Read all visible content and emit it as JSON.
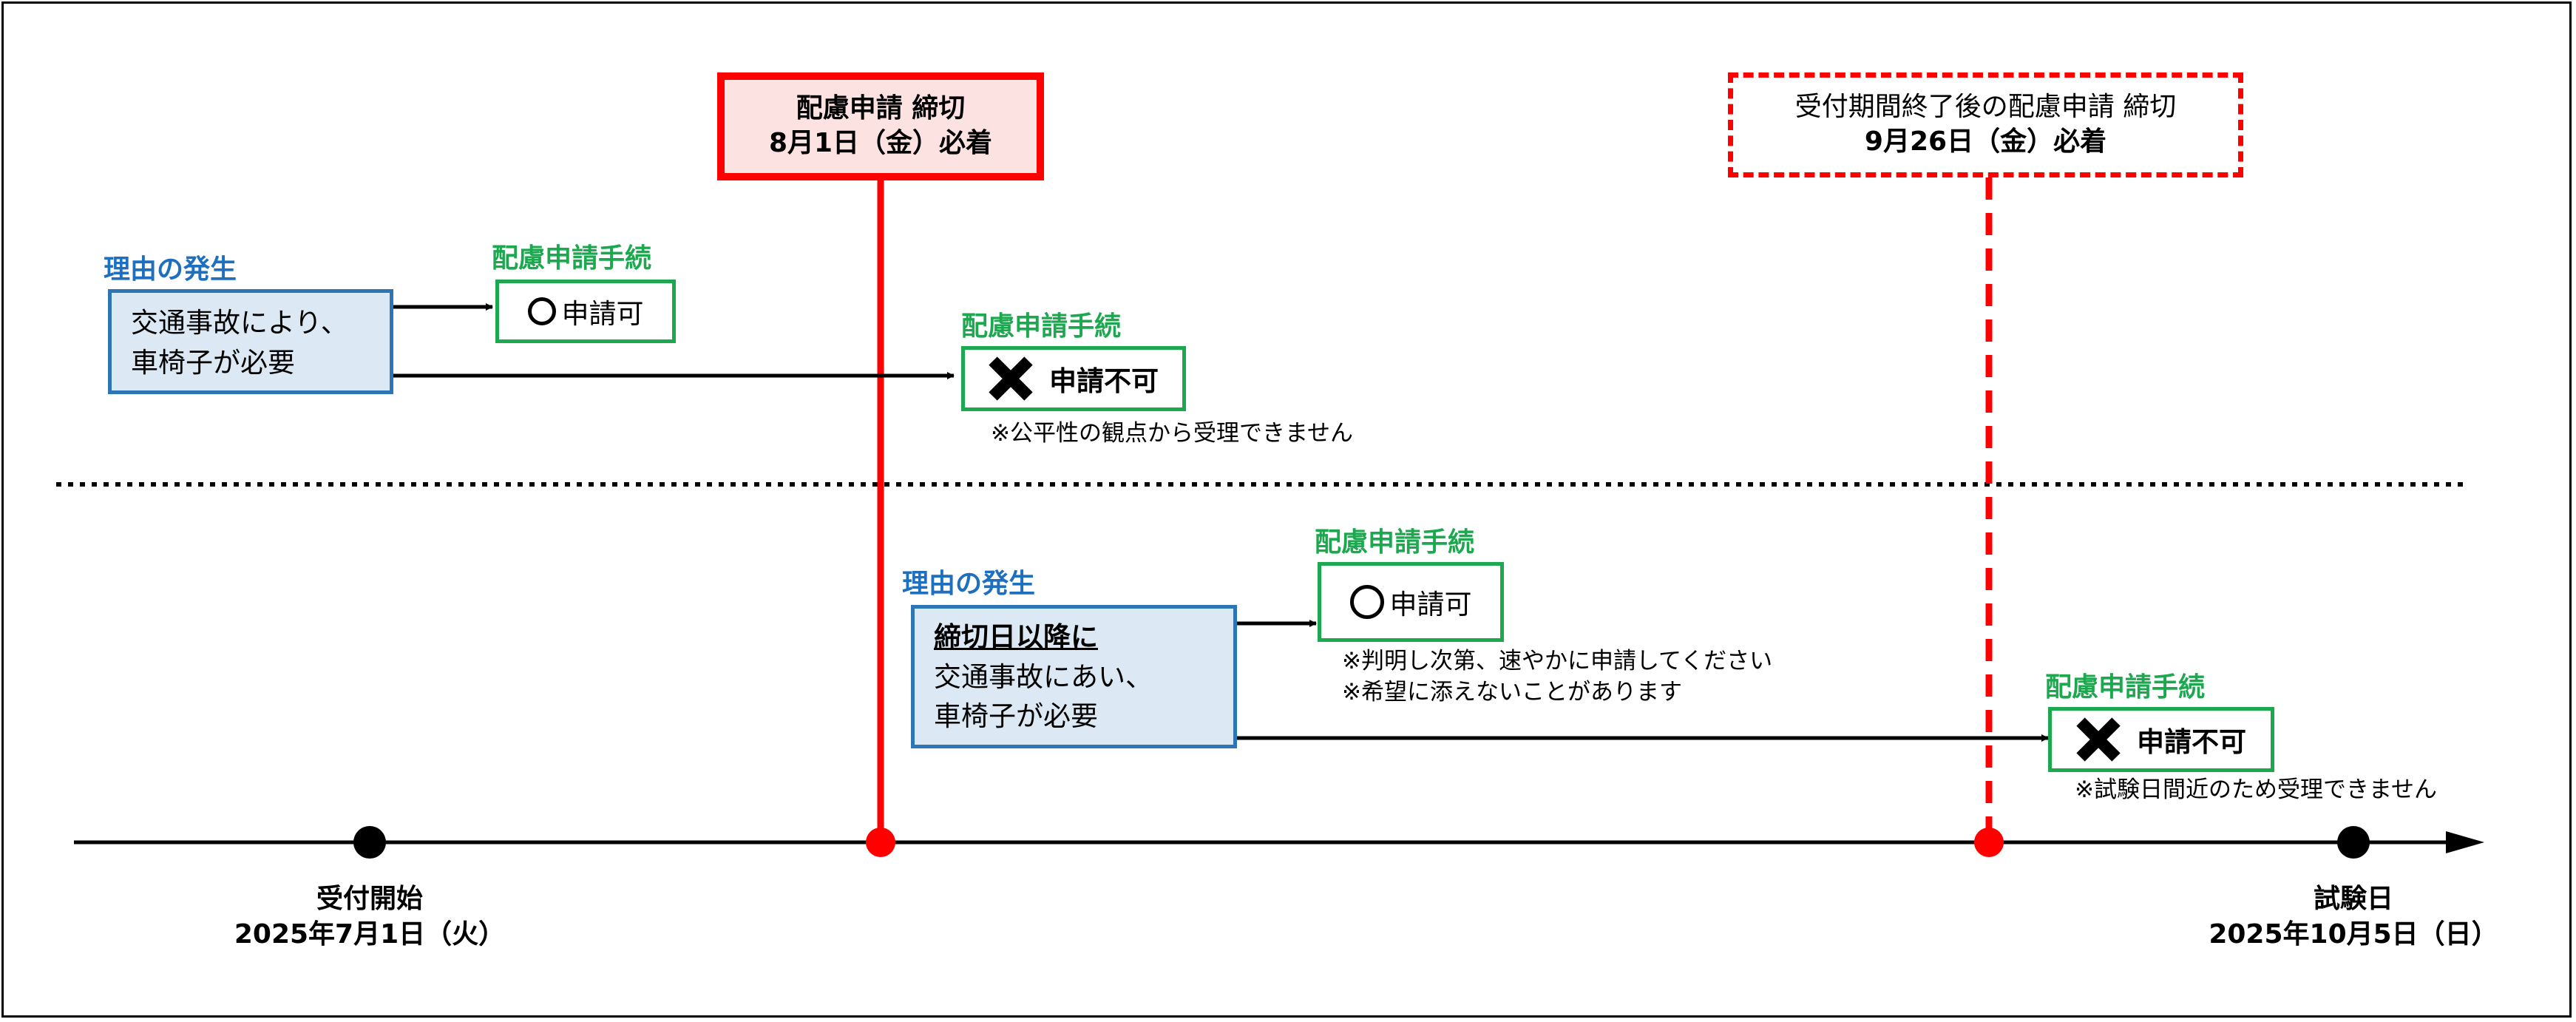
{
  "deadline_primary": {
    "line1": "配慮申請 締切",
    "line2": "8月1日（金）必着"
  },
  "deadline_secondary": {
    "line1": "受付期間終了後の配慮申請 締切",
    "line2": "9月26日（金）必着"
  },
  "top_case": {
    "reason_label": "理由の発生",
    "reason_line1": "交通事故により、",
    "reason_line2": "車椅子が必要",
    "proc_label_1": "配慮申請手続",
    "result_ok": "申請可",
    "proc_label_2": "配慮申請手続",
    "result_ng": "申請不可",
    "note_ng": "※公平性の観点から受理できません"
  },
  "bottom_case": {
    "reason_label": "理由の発生",
    "reason_line1": "締切日以降に",
    "reason_line2": "交通事故にあい、",
    "reason_line3": "車椅子が必要",
    "proc_label_1": "配慮申請手続",
    "result_ok": "申請可",
    "note_ok_1": "※判明し次第、速やかに申請してください",
    "note_ok_2": "※希望に添えないことがあります",
    "proc_label_2": "配慮申請手続",
    "result_ng": "申請不可",
    "note_ng": "※試験日間近のため受理できません"
  },
  "timeline": {
    "start_label": "受付開始",
    "start_date": "2025年7月1日（火）",
    "exam_label": "試験日",
    "exam_date": "2025年10月5日（日）"
  },
  "colors": {
    "deadline": "#ff0000",
    "reason_border": "#2e75b6",
    "reason_fill": "#dce9f5",
    "procedure": "#1ca84f",
    "label_blue": "#1f6fbf"
  }
}
